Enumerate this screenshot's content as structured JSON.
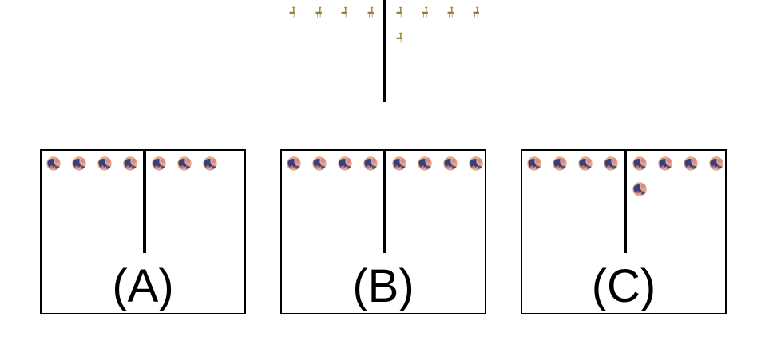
{
  "reference": {
    "left_count": 4,
    "right_count": 5,
    "icon": "giraffe-icon",
    "icon_color": "#a08a3c"
  },
  "options": [
    {
      "label": "(A)",
      "left_count": 4,
      "right_count": 3
    },
    {
      "label": "(B)",
      "left_count": 4,
      "right_count": 4
    },
    {
      "label": "(C)",
      "left_count": 4,
      "right_count": 5
    }
  ],
  "option_icon": "ball-icon",
  "colors": {
    "ball_blue": "#3a3f7a",
    "ball_peach": "#e2a98a",
    "ball_pink": "#d98a8a",
    "line": "#000000"
  }
}
